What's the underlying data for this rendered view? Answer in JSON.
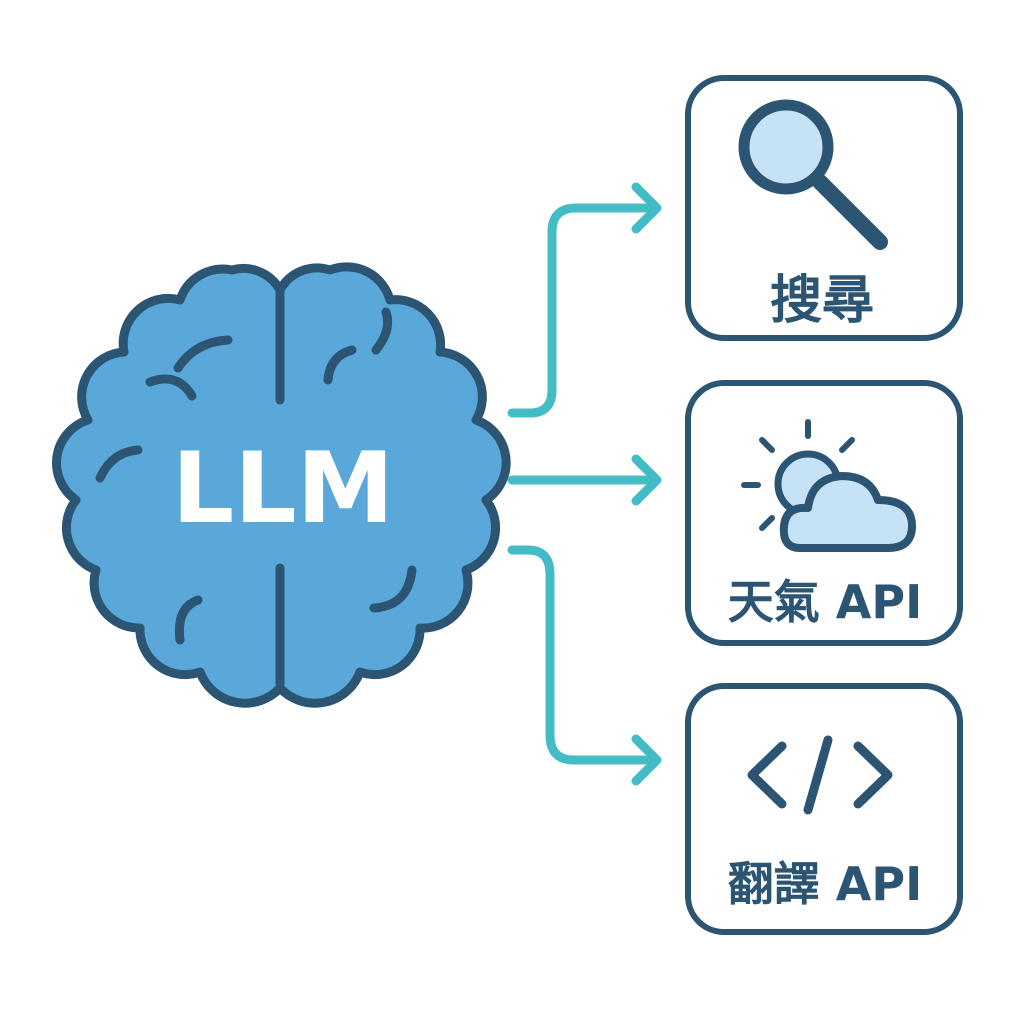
{
  "center": {
    "label": "LLM"
  },
  "tools": [
    {
      "label": "搜尋",
      "icon": "magnifier-icon"
    },
    {
      "label": "天氣 API",
      "icon": "weather-icon"
    },
    {
      "label": "翻譯 API",
      "icon": "code-icon"
    }
  ],
  "colors": {
    "outline": "#2c5573",
    "brain_fill": "#5aa7da",
    "light_fill": "#c6e2f6",
    "arrow": "#44bcc6"
  }
}
